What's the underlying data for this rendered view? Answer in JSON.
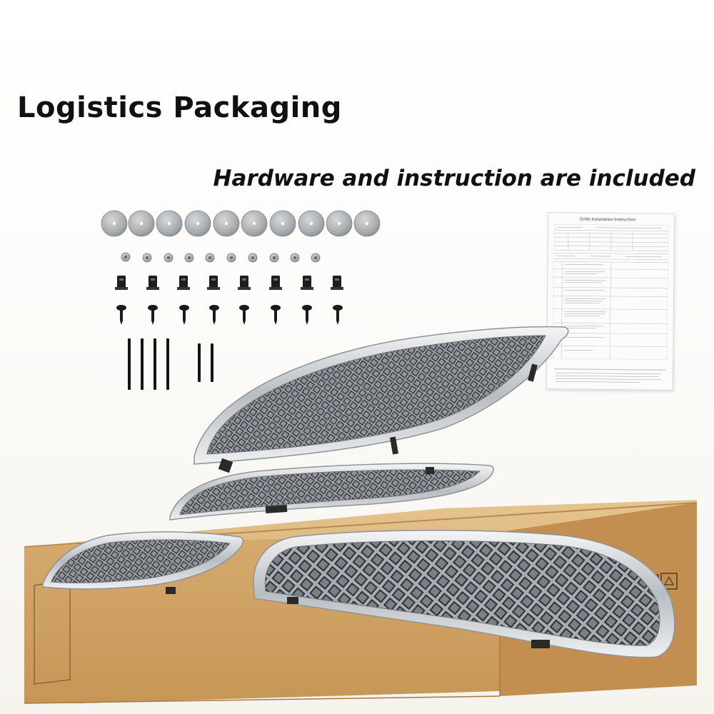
{
  "heading": "Logistics Packaging",
  "subheading": "Hardware and instruction are included",
  "instruction_sheet": {
    "title": "Grille Installation Instruction"
  },
  "hardware_counts": {
    "washers": 10,
    "nuts": 10,
    "clips": 8,
    "screws": 8,
    "long_rods": 4,
    "short_rods": 2
  },
  "colors": {
    "box": "#c99a5b",
    "box_shadow": "#a57a44",
    "chrome": "#d9dde0",
    "mesh": "#7f8489"
  },
  "icons": [
    "washer-icon",
    "nut-icon",
    "clip-icon",
    "screw-icon",
    "rod-icon",
    "recycle-icon",
    "fragile-icon"
  ]
}
